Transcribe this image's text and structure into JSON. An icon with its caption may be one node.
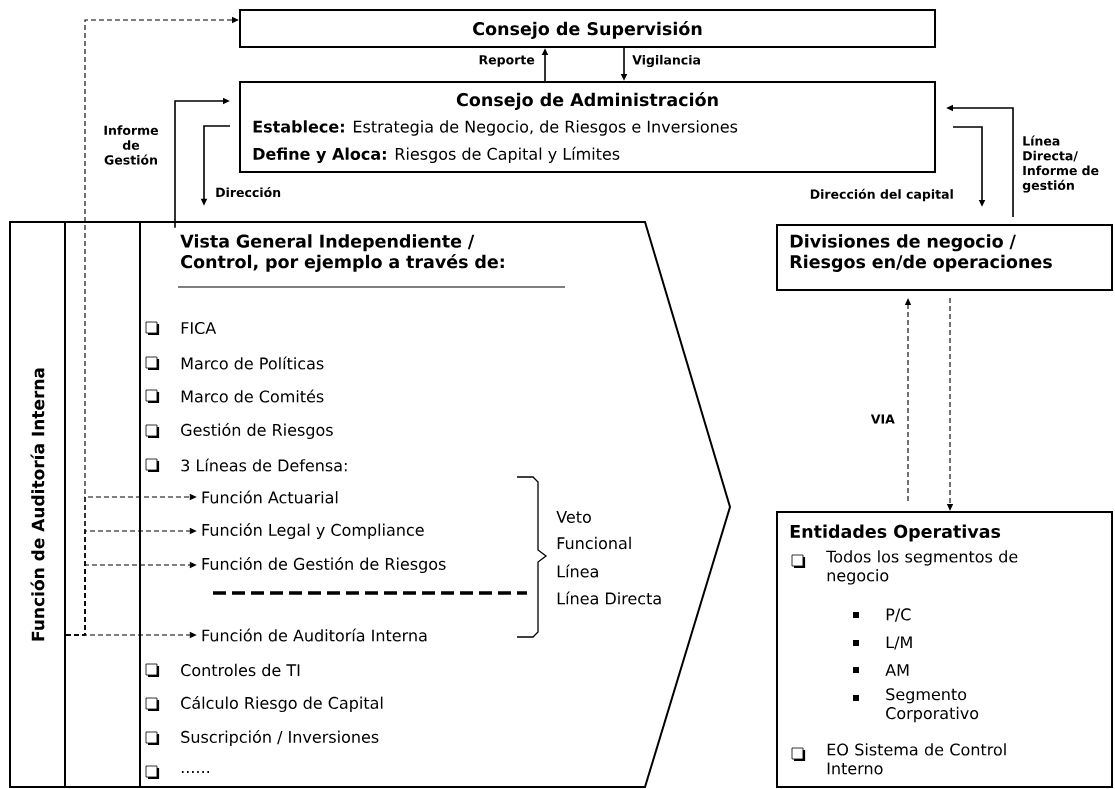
{
  "diagram": {
    "nodes": [
      {
        "text": [
          "Consejo de Supervisión"
        ]
      },
      {
        "text": [
          "Consejo de Administración",
          "**Establece:** Estrategia de Negocio, de Riesgos e Inversiones",
          "**Define y Aloca:** Riesgos de Capital y Límites"
        ]
      },
      {
        "text": [
          "Función de Auditoría Interna"
        ]
      },
      {
        "text": [
          "Vista General Independiente / Control, por ejemplo a través de:",
          "FICA",
          "Marco de Políticas",
          "Marco de Comités",
          "Gestión de Riesgos",
          "3 Líneas de Defensa:",
          "Controles de TI",
          "Cálculo Riesgo de Capital",
          "Suscripción / Inversiones",
          "......"
        ]
      },
      {
        "text": [
          "Función Actuarial"
        ],
        "in": 3
      },
      {
        "text": [
          "Función Legal y Compliance"
        ],
        "in": 3
      },
      {
        "text": [
          "Función de Gestión de Riesgos"
        ],
        "in": 3
      },
      {
        "text": [
          "Función de Auditoría Interna"
        ],
        "in": 3
      },
      {
        "text": [
          "Divisiones de negocio / Riesgos en/de operaciones"
        ]
      },
      {
        "text": [
          "Entidades Operativas",
          "Todos los segmentos de negocio",
          "P/C",
          "L/M",
          "AM",
          "Segmento Corporativo",
          "EO Sistema de Control Interno"
        ]
      }
    ],
    "edges": [
      {
        "from": 1,
        "to": 0,
        "arrow": "to",
        "label": "Reporte"
      },
      {
        "from": 0,
        "to": 1,
        "arrow": "to",
        "label": "Vigilancia"
      },
      {
        "from": 3,
        "to": 1,
        "arrow": "to",
        "label": "Informe de Gestión"
      },
      {
        "from": 1,
        "to": 3,
        "arrow": "to",
        "label": "Dirección"
      },
      {
        "from": 1,
        "to": 8,
        "arrow": "to",
        "label": "Dirección del capital"
      },
      {
        "from": 8,
        "to": 1,
        "arrow": "to",
        "label": "Línea Directa/ Informe de gestión"
      },
      {
        "from": 9,
        "to": 8,
        "arrow": "to",
        "style": "dashed",
        "label": "VIA"
      },
      {
        "from": 8,
        "to": 9,
        "arrow": "to",
        "style": "dashed"
      },
      {
        "from": 2,
        "to": 0,
        "arrow": "to",
        "style": "dashed"
      },
      {
        "from": 2,
        "to": 4,
        "arrow": "to",
        "style": "dashed"
      },
      {
        "from": 2,
        "to": 5,
        "arrow": "to",
        "style": "dashed"
      },
      {
        "from": 2,
        "to": 6,
        "arrow": "to",
        "style": "dashed"
      },
      {
        "from": 2,
        "to": 7,
        "arrow": "to",
        "style": "dashed"
      }
    ],
    "labels": [
      "Veto",
      "Funcional",
      "Línea",
      "Línea Directa"
    ]
  }
}
